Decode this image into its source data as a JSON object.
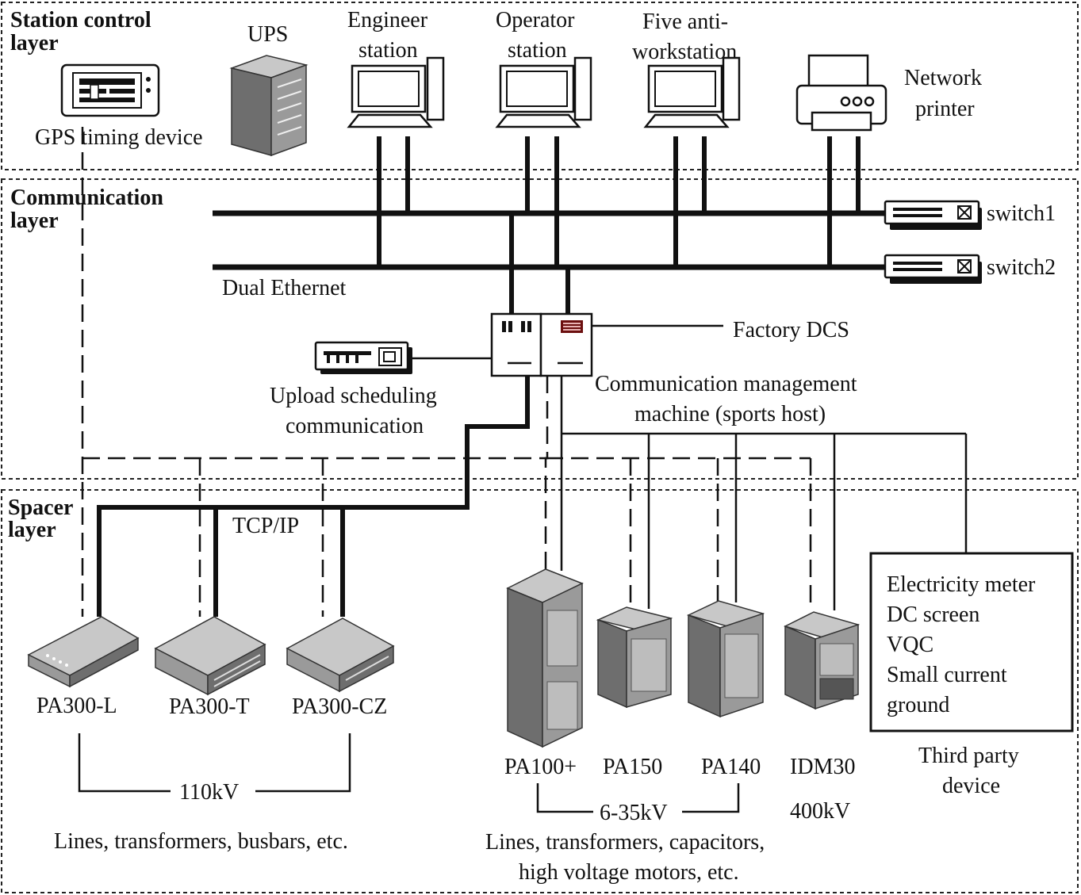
{
  "layers": {
    "station_control": [
      "Station control",
      "layer"
    ],
    "communication": [
      "Communication",
      "layer"
    ],
    "spacer": [
      "Spacer",
      "layer"
    ]
  },
  "station_devices": {
    "gps": "GPS timing device",
    "ups": "UPS",
    "engineer": [
      "Engineer",
      "station"
    ],
    "operator": [
      "Operator",
      "station"
    ],
    "five_anti": [
      "Five anti-",
      "workstation"
    ],
    "printer": [
      "Network",
      "printer"
    ]
  },
  "comm": {
    "switch1": "switch1",
    "switch2": "switch2",
    "dual_ethernet": "Dual Ethernet",
    "factory_dcs": "Factory DCS",
    "upload": [
      "Upload scheduling",
      "communication"
    ],
    "cmm": [
      "Communication management",
      "machine (sports host)"
    ]
  },
  "spacer": {
    "tcp_ip": "TCP/IP",
    "pa300_l": "PA300-L",
    "pa300_t": "PA300-T",
    "pa300_cz": "PA300-CZ",
    "v110": "110kV",
    "group110_desc": "Lines, transformers, busbars, etc.",
    "pa100": "PA100+",
    "pa150": "PA150",
    "pa140": "PA140",
    "idm30": "IDM30",
    "v6_35": "6-35kV",
    "v400": "400kV",
    "group6_35_desc": [
      "Lines, transformers, capacitors,",
      "high voltage motors, etc."
    ],
    "third_party_items": [
      "Electricity meter",
      "DC screen",
      "VQC",
      "Small current",
      "ground"
    ],
    "third_party_label": [
      "Third party",
      "device"
    ]
  }
}
